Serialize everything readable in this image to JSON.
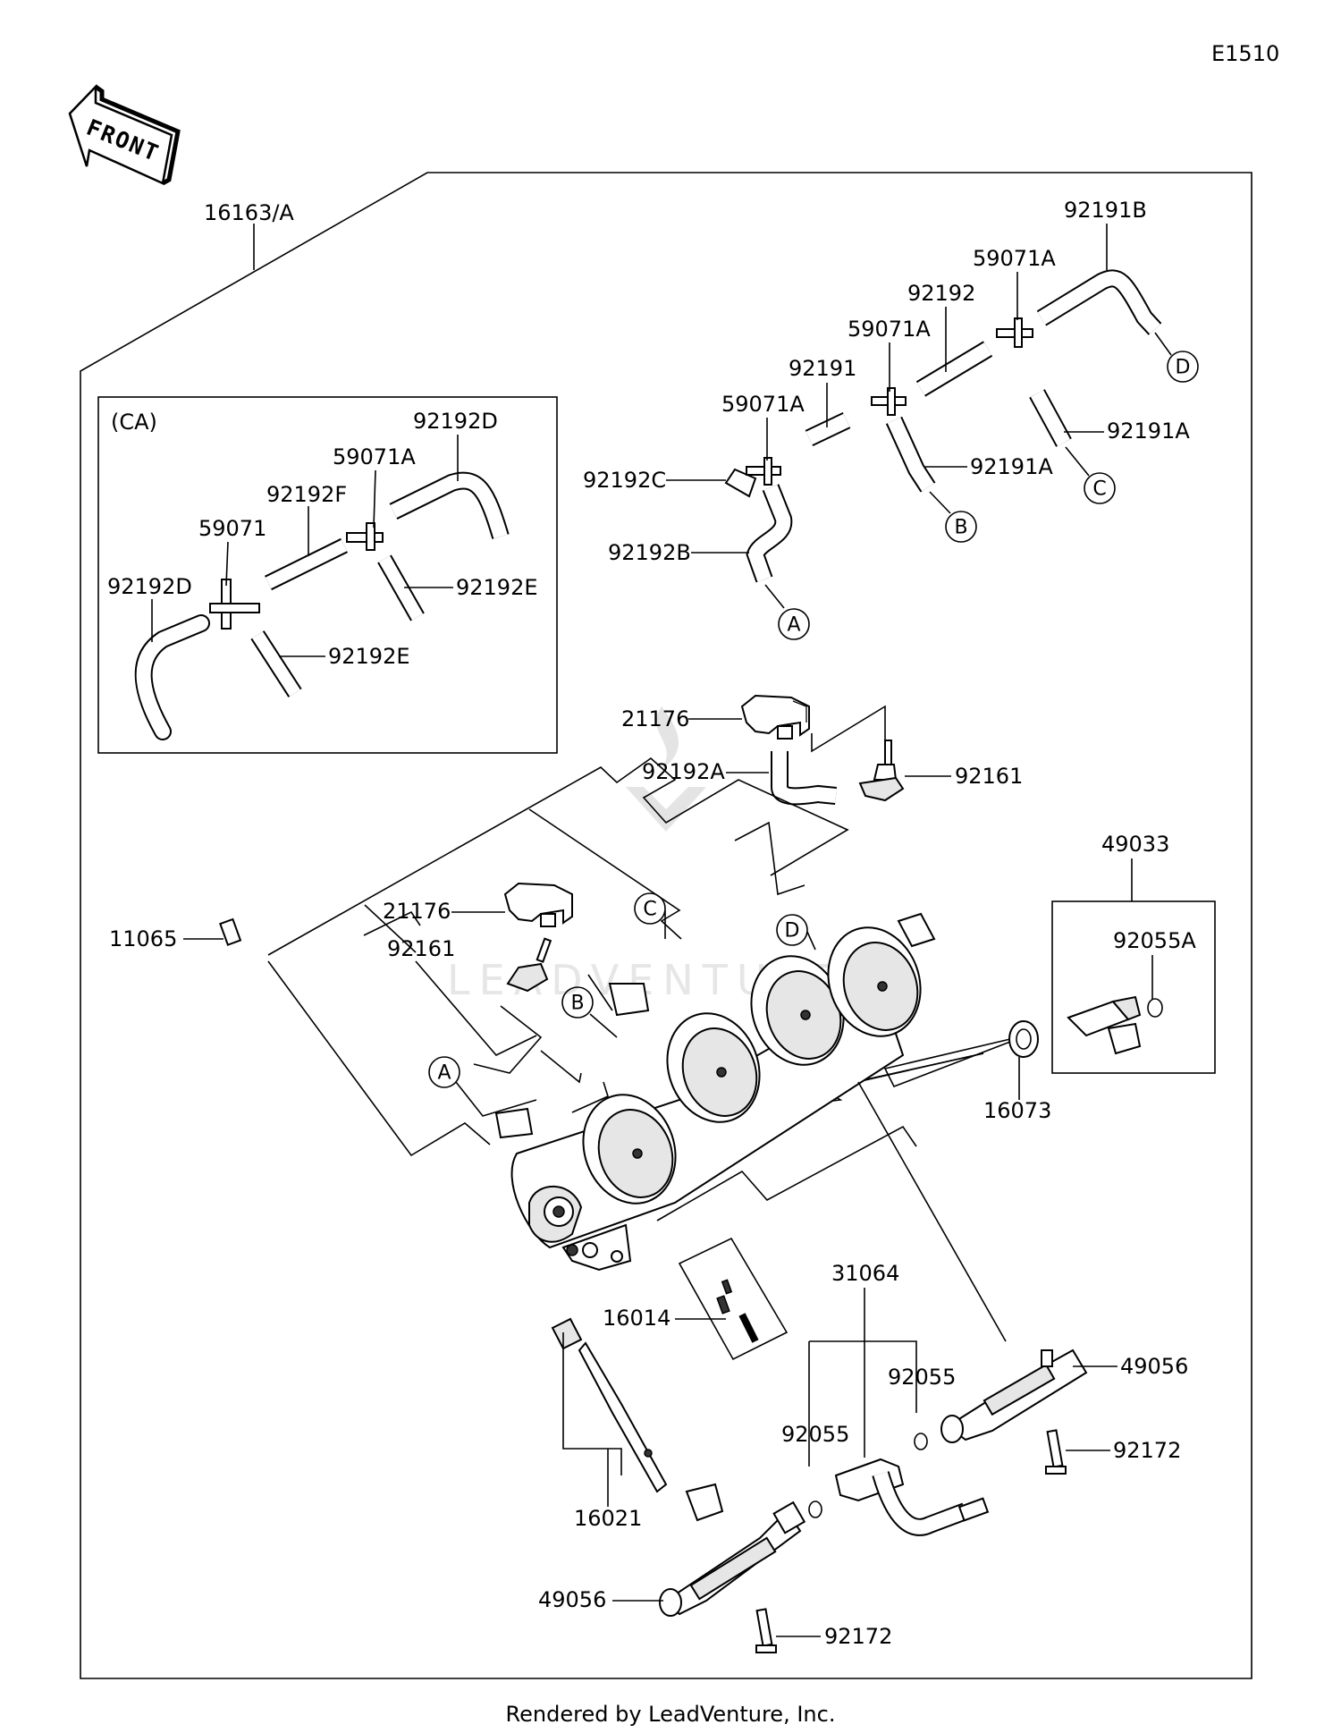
{
  "diagram_code": "E1510",
  "front_label": "FRONT",
  "footer": "Rendered by LeadVenture, Inc.",
  "watermark": "LEADVENTURE",
  "ca_box_label": "(CA)",
  "parts": {
    "p16163A": "16163/A",
    "p92191B": "92191B",
    "p59071A_top": "59071A",
    "p92192": "92192",
    "p59071A_mid": "59071A",
    "p92191": "92191",
    "p59071A_left": "59071A",
    "p92191A_right": "92191A",
    "p92191A_mid": "92191A",
    "p92192C": "92192C",
    "p92192B": "92192B",
    "ca_92192D_top": "92192D",
    "ca_59071A": "59071A",
    "ca_92192F": "92192F",
    "ca_59071": "59071",
    "ca_92192D_left": "92192D",
    "ca_92192E_right": "92192E",
    "ca_92192E_bottom": "92192E",
    "p21176_top": "21176",
    "p92192A": "92192A",
    "p92161_right": "92161",
    "p49033": "49033",
    "p92055A": "92055A",
    "p11065": "11065",
    "p21176_mid": "21176",
    "p92161_mid": "92161",
    "p16073": "16073",
    "p31064": "31064",
    "p16014": "16014",
    "p92055_right": "92055",
    "p92055_left": "92055",
    "p49056_right": "49056",
    "p92172_right": "92172",
    "p16021": "16021",
    "p49056_left": "49056",
    "p92172_left": "92172"
  },
  "connectors": {
    "A_top": "A",
    "B_top": "B",
    "C_top": "C",
    "D_top": "D",
    "A_low": "A",
    "B_low": "B",
    "C_low": "C",
    "D_low": "D"
  }
}
